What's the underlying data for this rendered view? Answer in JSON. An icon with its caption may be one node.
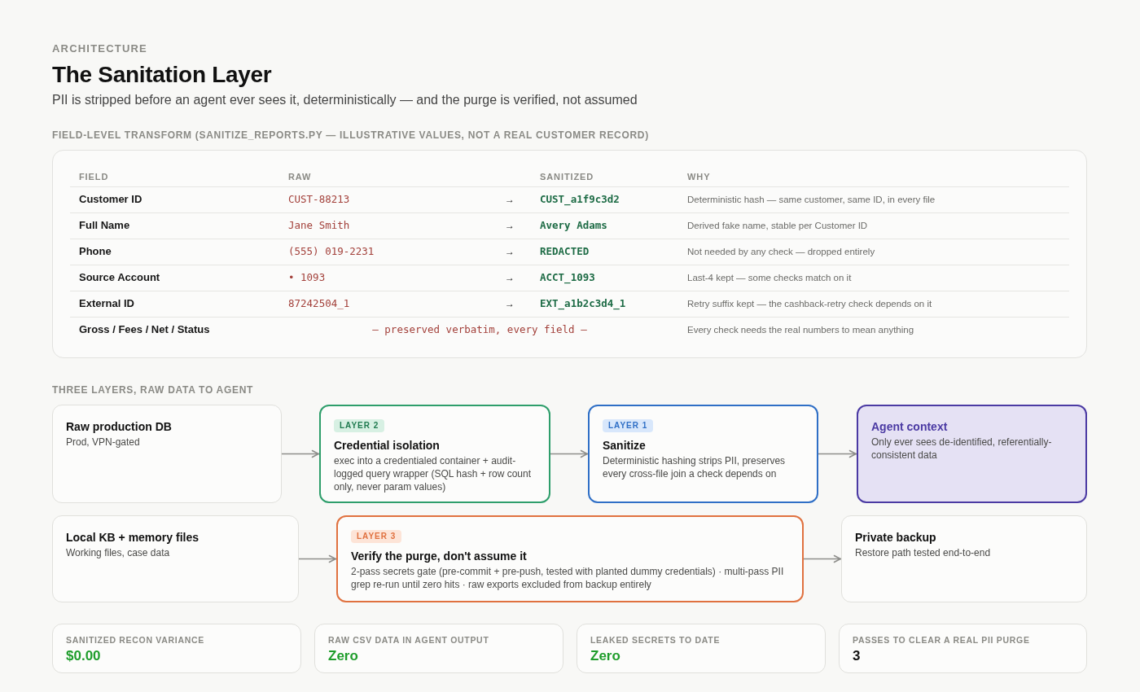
{
  "diagram": {
    "title": "The Sanitation Layer",
    "nodes": [
      {
        "text": [
          "Raw production DB",
          "Prod, VPN-gated"
        ]
      },
      {
        "text": [
          "LAYER 2",
          "Credential isolation",
          "exec into a credentialed container + audit-logged query wrapper (SQL hash + row count only, never param values)"
        ]
      },
      {
        "text": [
          "LAYER 1",
          "Sanitize",
          "Deterministic hashing strips PII, preserves every cross-file join a check depends on"
        ]
      },
      {
        "text": [
          "Agent context",
          "Only ever sees de-identified, referentially-consistent data"
        ]
      },
      {
        "text": [
          "Local KB + memory files",
          "Working files, case data"
        ]
      },
      {
        "text": [
          "LAYER 3",
          "Verify the purge, don't assume it",
          "2-pass secrets gate (pre-commit + pre-push, tested with planted dummy credentials) · multi-pass PII grep re-run until zero hits · raw exports excluded from backup entirely"
        ]
      },
      {
        "text": [
          "Private backup",
          "Restore path tested end-to-end"
        ]
      },
      {
        "text": [
          "SANITIZED RECON VARIANCE",
          "$0.00"
        ]
      },
      {
        "text": [
          "RAW CSV DATA IN AGENT OUTPUT",
          "Zero"
        ]
      },
      {
        "text": [
          "LEAKED SECRETS TO DATE",
          "Zero"
        ]
      },
      {
        "text": [
          "PASSES TO CLEAR A REAL PII PURGE",
          "3"
        ]
      }
    ],
    "edges": [
      {
        "from": 0,
        "to": 1,
        "arrow": "to"
      },
      {
        "from": 1,
        "to": 2,
        "arrow": "to"
      },
      {
        "from": 2,
        "to": 3,
        "arrow": "to"
      },
      {
        "from": 4,
        "to": 5,
        "arrow": "to"
      },
      {
        "from": 5,
        "to": 6,
        "arrow": "to"
      }
    ],
    "labels": [
      "ARCHITECTURE",
      "PII is stripped before an agent ever sees it, deterministically — and the purge is verified, not assumed",
      "FIELD-LEVEL TRANSFORM (SANITIZE_REPORTS.PY — ILLUSTRATIVE VALUES, NOT A REAL CUSTOMER RECORD)",
      "FIELD",
      "RAW",
      "SANITIZED",
      "WHY",
      "Customer ID",
      "CUST-88213",
      "→",
      "CUST_a1f9c3d2",
      "Deterministic hash — same customer, same ID, in every file",
      "Full Name",
      "Jane Smith",
      "→",
      "Avery Adams",
      "Derived fake name, stable per Customer ID",
      "Phone",
      "(555) 019-2231",
      "→",
      "REDACTED",
      "Not needed by any check — dropped entirely",
      "Source Account",
      "• 1093",
      "→",
      "ACCT_1093",
      "Last-4 kept — some checks match on it",
      "External ID",
      "87242504_1",
      "→",
      "EXT_a1b2c3d4_1",
      "Retry suffix kept — the cashback-retry check depends on it",
      "Gross / Fees / Net / Status",
      "— preserved verbatim, every field —",
      "Every check needs the real numbers to mean anything",
      "THREE LAYERS, RAW DATA TO AGENT"
    ]
  }
}
